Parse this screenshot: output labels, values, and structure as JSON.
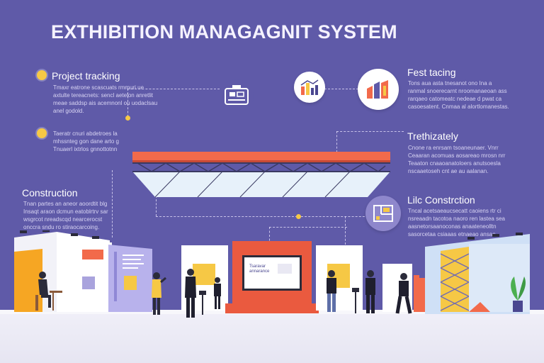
{
  "title": "EXTHIBITION MANAGAGNIT SYSTEM",
  "labels": {
    "project_tracking": "Project tracking",
    "construction": "Construction",
    "fest_tracing": "Fest tacing",
    "trethizately": "Trethizately",
    "lilc_construction": "Lilc Constrction"
  },
  "blurbs": {
    "project_tracking": "Tmaxr eatrone scascuats rmmuri ue\naxtulte tereacnets: sencl aetelon anretlit\nmeae saddsp ais acemnonl ou uodaclsau\nanel godold.",
    "project_tracking_2": "Taeratr cnuri abdetroes la\nmhssnteg gon dane arto g\nTnuaerl ixtrlos gnnottotnn",
    "construction": "Tnan partes an aneor aoordtit blg\nInsaqt araon dcmun eatoblrtrv sar\nwsgrcot nreadscqd nearcerocst\nonccra sndu ro stiraocarcoing.",
    "fest_tracing": "Tons aua asta tnesanot ono Ina a\nranmal snoerecarnt nroomanaeoan ass\nrarqaeo catomeatc nedeae d pwat ca\ncasoesatent. Cnmaa al alortlomanestas.",
    "trethizately": "Cnone ra enrsam tsoaneunaer. Vnrr\nCeaaran acomuas aosareao mrosn nrr\nTeaaton cnaaoanatoloers anutsoesla\nnscaaetoseh cnt ae au aalanan.",
    "lilc_construction": "Tncal acetsaeaucsecatt caoiens rtr ci\nnsreaadn tacotoa naoro ren lastea sea\naasnetorsaanoconas anaateneolltn\nsasorcetaa csiaaas etnaeao ansae"
  },
  "screen_text": "Tsaravar\nannarance",
  "icons": [
    "booth-kiosk-icon",
    "bar-chart-icon",
    "building-chart-icon",
    "floorplan-icon"
  ],
  "colors": {
    "background": "#5f5aa8",
    "accent_yellow": "#f6c845",
    "accent_orange": "#f26a4b",
    "accent_red": "#ea5a3f",
    "floor": "#eeedf6"
  }
}
